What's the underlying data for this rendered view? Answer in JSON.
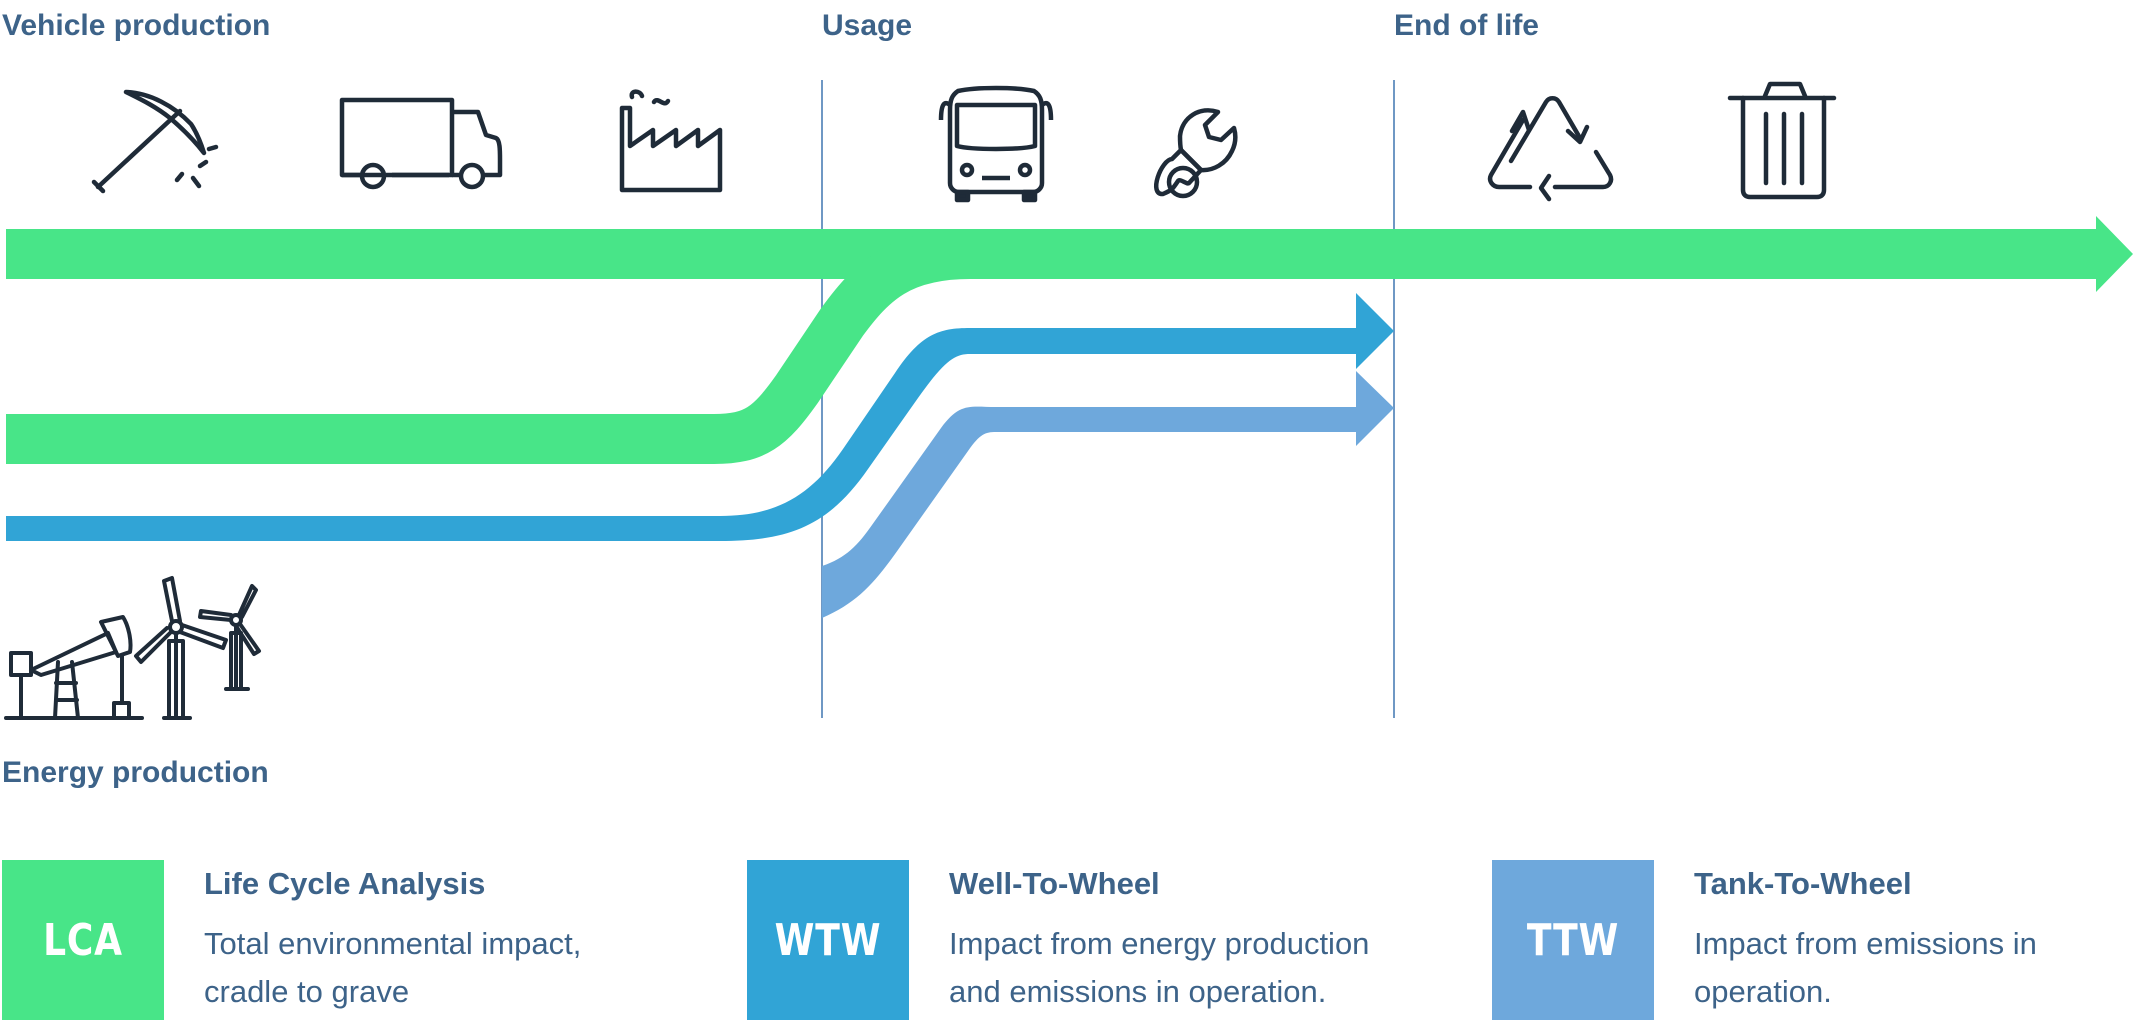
{
  "stages": {
    "vehicle_production": "Vehicle production",
    "usage": "Usage",
    "end_of_life": "End of life",
    "energy_production": "Energy production"
  },
  "icons": {
    "vehicle_production": [
      "pickaxe-icon",
      "truck-icon",
      "factory-icon"
    ],
    "usage": [
      "bus-icon",
      "wrench-icon"
    ],
    "end_of_life": [
      "recycle-icon",
      "trash-can-icon"
    ],
    "energy_production": [
      "oil-pump-and-wind-turbines-icon"
    ]
  },
  "colors": {
    "lca": "#48e588",
    "wtw": "#31a4d6",
    "ttw": "#6ea8dc",
    "text": "#3d6389",
    "divider": "#6f98c4",
    "icon": "#1f2b38"
  },
  "legend": [
    {
      "badge": "LCA",
      "title": "Life Cycle Analysis",
      "description": "Total environmental impact, cradle to grave"
    },
    {
      "badge": "WTW",
      "title": "Well-To-Wheel",
      "description": "Impact from energy production and emissions in operation."
    },
    {
      "badge": "TTW",
      "title": "Tank-To-Wheel",
      "description": "Impact from emissions in operation."
    }
  ]
}
